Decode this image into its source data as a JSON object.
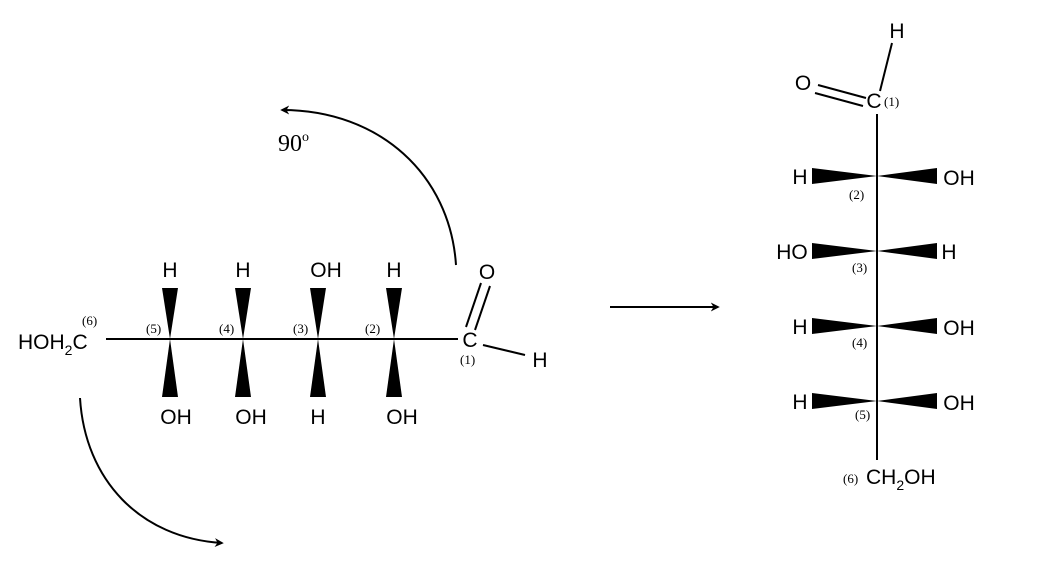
{
  "rotation": {
    "angle_label": "90",
    "angle_unit": "o"
  },
  "left_structure": {
    "terminal_group": {
      "prefix": "HOH",
      "subscript": "2",
      "suffix": "C"
    },
    "c6_number": "(6)",
    "carbons": [
      {
        "number": "(5)",
        "top": "H",
        "bottom": "OH"
      },
      {
        "number": "(4)",
        "top": "H",
        "bottom": "OH"
      },
      {
        "number": "(3)",
        "top": "OH",
        "bottom": "H"
      },
      {
        "number": "(2)",
        "top": "H",
        "bottom": "OH"
      }
    ],
    "aldehyde": {
      "carbon": "C",
      "oxygen": "O",
      "hydrogen": "H",
      "number": "(1)"
    }
  },
  "right_structure": {
    "aldehyde": {
      "carbon": "C",
      "oxygen": "O",
      "hydrogen": "H",
      "number": "(1)"
    },
    "carbons": [
      {
        "number": "(2)",
        "left": "H",
        "right": "OH"
      },
      {
        "number": "(3)",
        "left": "HO",
        "right": "H"
      },
      {
        "number": "(4)",
        "left": "H",
        "right": "OH"
      },
      {
        "number": "(5)",
        "left": "H",
        "right": "OH"
      }
    ],
    "terminal_group": {
      "number": "(6)",
      "prefix": "CH",
      "subscript": "2",
      "suffix": "OH"
    }
  }
}
